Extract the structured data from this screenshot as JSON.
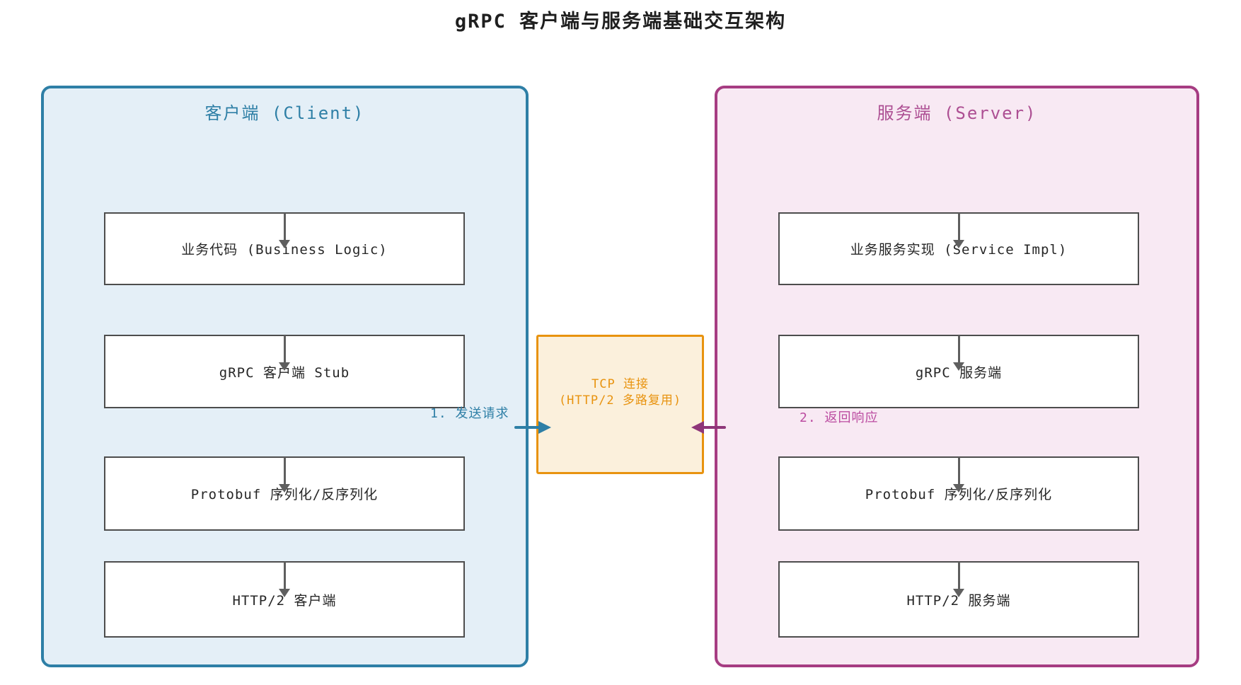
{
  "title": "gRPC 客户端与服务端基础交互架构",
  "client": {
    "header": "客户端 (Client)",
    "boxes": [
      {
        "label": "业务代码 (Business Logic)"
      },
      {
        "label": "gRPC 客户端 Stub"
      },
      {
        "label": "Protobuf 序列化/反序列化"
      },
      {
        "label": "HTTP/2 客户端"
      }
    ]
  },
  "server": {
    "header": "服务端 (Server)",
    "boxes": [
      {
        "label": "业务服务实现 (Service Impl)"
      },
      {
        "label": "gRPC 服务端"
      },
      {
        "label": "Protobuf 序列化/反序列化"
      },
      {
        "label": "HTTP/2 服务端"
      }
    ]
  },
  "connection": {
    "label_line1": "TCP 连接",
    "label_line2": "(HTTP/2 多路复用)"
  },
  "flows": [
    {
      "label": "1. 发送请求",
      "direction": "right"
    },
    {
      "label": "2. 返回响应",
      "direction": "left"
    }
  ],
  "colors": {
    "title_text": "#1f1f1f",
    "client_accent": "#2e7fa6",
    "client_fill": "#e4eff7",
    "server_accent": "#a63c82",
    "server_fill": "#f8e9f3",
    "server_header_text": "#ad4f93",
    "conn_accent": "#e8930f",
    "conn_fill": "#fbf0dc",
    "node_border": "#4d4d4d",
    "node_text": "#262626",
    "connector_gray": "#5f5f5f",
    "request_color": "#2e7fa6",
    "response_arrow_color": "#8e3679",
    "response_label_color": "#bb4ba0"
  }
}
